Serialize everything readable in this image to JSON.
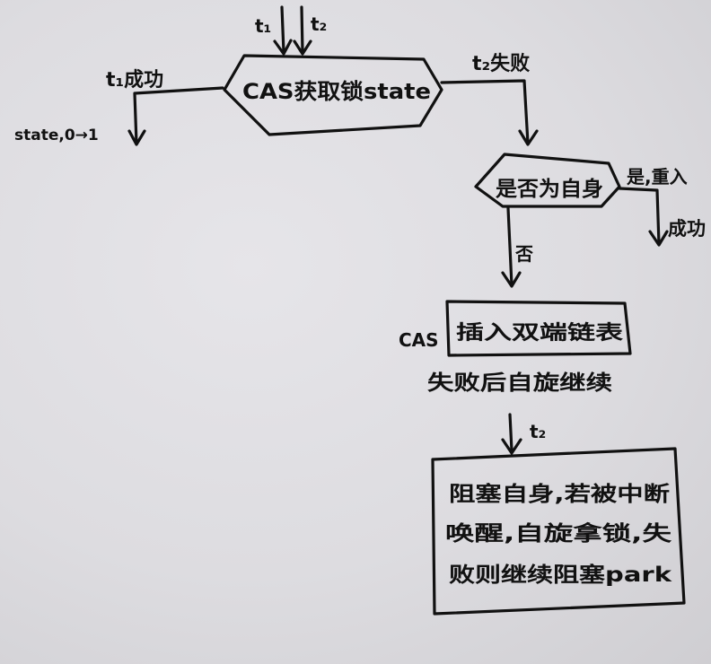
{
  "nodes": {
    "cas_acquire": "CAS获取锁state",
    "check_reentrant": "是否为自身",
    "insert_queue_prefix": "CAS",
    "insert_queue": "插入双端链表",
    "insert_queue_note": "失败后自旋继续",
    "block_box_line1": "阻塞自身,若被中断",
    "block_box_line2": "唤醒,自旋拿锁,失",
    "block_box_line3": "败则继续阻塞park"
  },
  "edges": {
    "t1_in": "t₁",
    "t2_in": "t₂",
    "t1_success": "t₁成功",
    "state_update": "state,0→1",
    "t2_fail": "t₂失败",
    "reentrant_yes": "是,重入",
    "reentrant_success": "成功",
    "reentrant_no": "否",
    "t2_block": "t₂"
  }
}
